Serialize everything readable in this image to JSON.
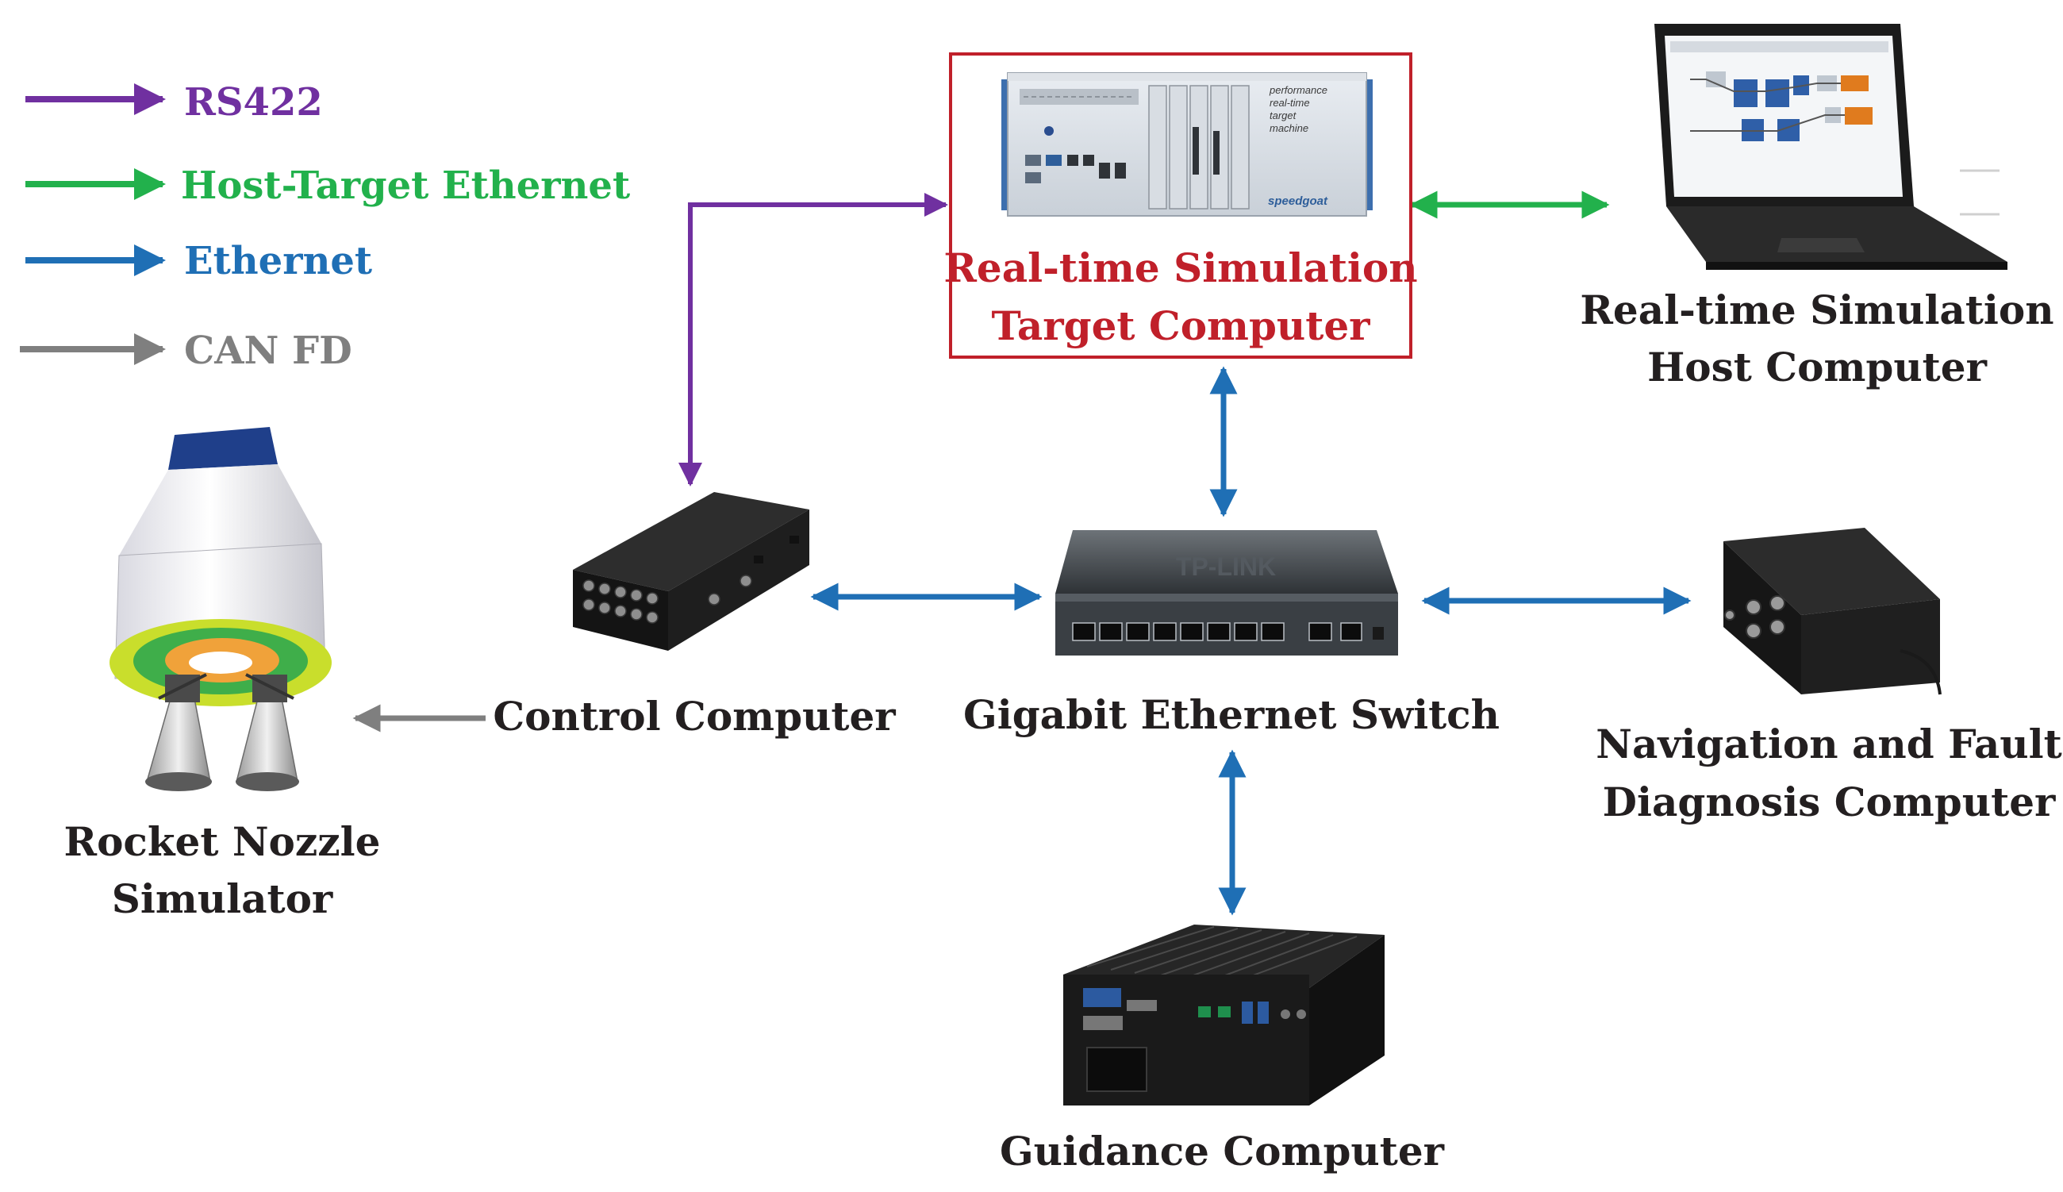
{
  "legend": [
    {
      "label": "RS422",
      "color": "#7030a0"
    },
    {
      "label": "Host-Target Ethernet",
      "color": "#22b14c"
    },
    {
      "label": "Ethernet",
      "color": "#1f6fb5"
    },
    {
      "label": "CAN FD",
      "color": "#7f7f7f"
    }
  ],
  "nodes": {
    "target": {
      "line1": "Real-time Simulation",
      "line2": "Target Computer",
      "color": "#c0202a",
      "panel_text": [
        "performance",
        "real-time",
        "target",
        "machine"
      ],
      "brand": "speedgoat"
    },
    "host": {
      "line1": "Real-time Simulation",
      "line2": "Host Computer"
    },
    "control": {
      "line1": "Control Computer"
    },
    "switch": {
      "line1": "Gigabit Ethernet Switch",
      "brand": "TP-LINK"
    },
    "nav": {
      "line1": "Navigation and Fault",
      "line2": "Diagnosis Computer"
    },
    "guidance": {
      "line1": "Guidance Computer"
    },
    "rocket": {
      "line1": "Rocket Nozzle",
      "line2": "Simulator"
    }
  },
  "colors": {
    "text": "#231f20",
    "rs422": "#7030a0",
    "host_eth": "#22b14c",
    "eth": "#1f6fb5",
    "canfd": "#7f7f7f"
  }
}
